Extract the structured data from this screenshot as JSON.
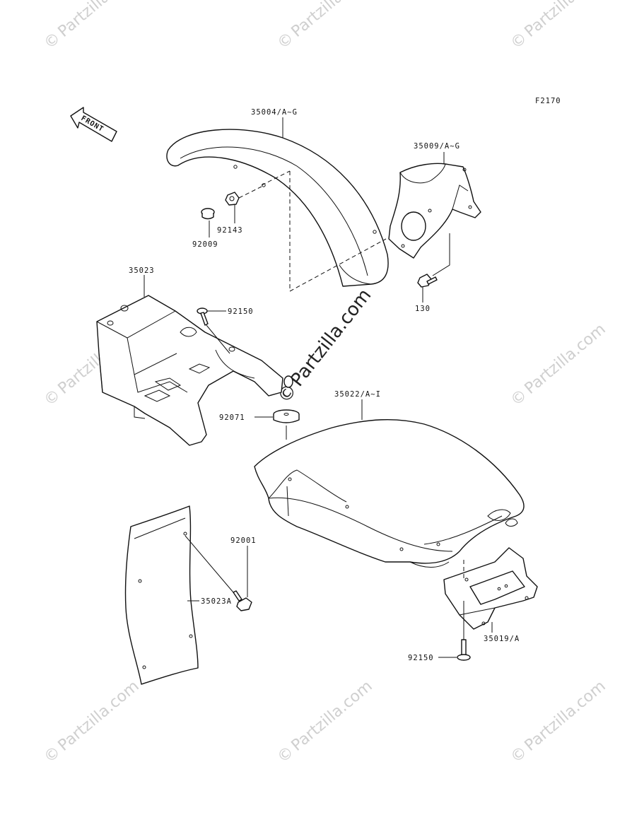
{
  "figure_code": "F2170",
  "front_indicator": "FRONT",
  "watermark": "Partzilla.com",
  "watermark_symbol": "©",
  "center_watermark": "Partzilla.com",
  "parts": {
    "front_fender": "35004/A~G",
    "front_fender_bracket": "35009/A~G",
    "nut_92143": "92143",
    "grommet_92009": "92009",
    "bolt_130": "130",
    "fender_mount_bracket": "35023",
    "bolt_92150_top": "92150",
    "rear_fender": "35022/A~I",
    "damper_92071": "92071",
    "bolt_92001": "92001",
    "inner_fender_flap": "35023A",
    "license_bracket": "35019/A",
    "bolt_92150_bottom": "92150"
  }
}
